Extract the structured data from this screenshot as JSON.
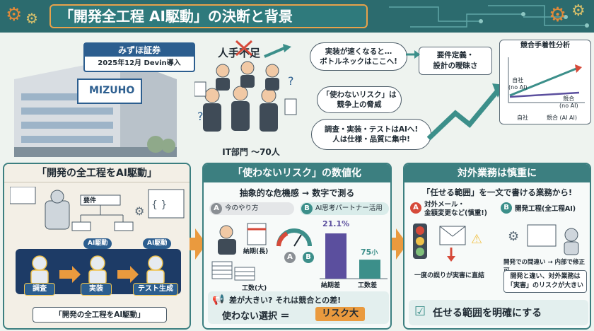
{
  "title": "「開発全工程 AI駆動」の決断と背景",
  "company": {
    "name": "みずほ証券",
    "sub": "2025年12月 Devin導入",
    "sign": "MIZUHO"
  },
  "staff": {
    "shortage": "人手不足",
    "dept": "IT部門 〜70人"
  },
  "bubbles": {
    "bottleneck": "実装が速くなると…\nボトルネックはここへ!",
    "risk": "「使わないリスク」は\n競争上の脅威",
    "focus": "調査・実装・テストはAIへ!\n人は仕様・品質に集中!",
    "requirements": "要件定義・\n設計の曖昧さ"
  },
  "competition": {
    "title": "競合手着性分析",
    "self_label": "自社\n(no AI)",
    "comp_label": "競合\n(no AI)",
    "axis_self": "自社",
    "axis_comp": "競合 (AI AI)"
  },
  "panel1": {
    "head": "「開発の全工程をAI駆動」",
    "req": "要件",
    "ai1": "AI駆動",
    "ai2": "AI駆動",
    "stages": [
      "調査",
      "実装",
      "テスト生成"
    ],
    "footer": "「開発の全工程をAI駆動」"
  },
  "panel2": {
    "head": "「使わないリスク」の数値化",
    "subtitle": "抽象的な危機感 → 数字で測る",
    "a_tag": "A",
    "a_label": "今のやり方",
    "b_tag": "B",
    "b_label": "AI思考パートナー活用",
    "a_items": [
      "納期(長)",
      "工数(大)"
    ],
    "bars": {
      "left_value": "21.1%",
      "right_value": "75",
      "right_suffix": "小",
      "left_label": "納期差",
      "right_label": "工数差"
    },
    "question": "差が大きい? それは競合との差!",
    "conclusion_left": "使わない選択 ＝",
    "conclusion_right": "リスク大"
  },
  "panel3": {
    "head": "対外業務は慎重に",
    "subtitle": "「任せる範囲」を一文で書ける業務から!",
    "a_tag": "A",
    "a_label": "対外メール・\n金額変更など(慎重!)",
    "b_tag": "B",
    "b_label": "開発工程(全工程AI)",
    "a_note": "一度の誤りが実害に直結",
    "b_note": "開発での間違い → 内部で修正可",
    "b_note2": "開発と違い、対外業務は\n「実害」のリスクが大きい",
    "footer": "任せる範囲を明確にする"
  },
  "chart_data": {
    "type": "bar",
    "categories": [
      "納期差",
      "工数差"
    ],
    "values": [
      21.1,
      75
    ],
    "data_labels": [
      "21.1%",
      "75小"
    ]
  },
  "colors": {
    "header": "#2c6b6e",
    "accent": "#ea9a3e",
    "navy": "#2c5e8f",
    "bar_left": "#5b4f9e",
    "bar_right": "#3c8f8a",
    "red": "#d64a3a"
  }
}
